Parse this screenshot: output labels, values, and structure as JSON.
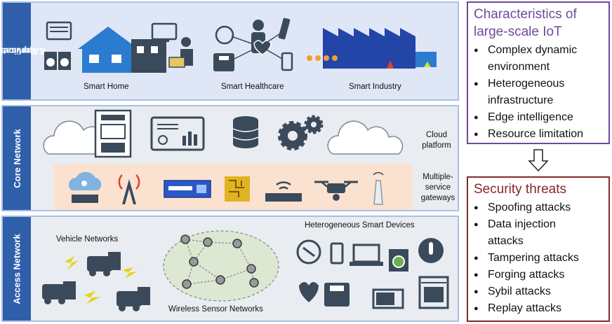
{
  "layers": {
    "applications": {
      "side_label_line1": "Applications",
      "side_label_line2": "& Services",
      "items": {
        "home": "Smart Home",
        "healthcare": "Smart Healthcare",
        "industry": "Smart Industry"
      }
    },
    "core": {
      "side_label": "Core Network",
      "cloud_line1": "Cloud",
      "cloud_line2": "platform",
      "gw_line1": "Multiple-",
      "gw_line2": "service",
      "gw_line3": "gateways"
    },
    "access": {
      "side_label": "Access Network",
      "vehicle": "Vehicle Networks",
      "wsn": "Wireless Sensor Networks",
      "devices": "Heterogeneous Smart Devices"
    }
  },
  "characteristics": {
    "title_line1": "Characteristics of",
    "title_line2": "large-scale IoT",
    "items": [
      "Complex dynamic",
      "environment",
      "Heterogeneous",
      "infrastructure",
      "Edge intelligence",
      "Resource limitation"
    ]
  },
  "threats": {
    "title": "Security threats",
    "items": [
      "Spoofing attacks",
      "Data injection",
      "attacks",
      "Tampering attacks",
      "Forging attacks",
      "Sybil attacks",
      "Replay attacks"
    ]
  },
  "colors": {
    "layer_fill": "#dfe6f5",
    "side_bar": "#2f5faa",
    "char_border": "#6e4a9a",
    "threat_border": "#8a2727",
    "icon": "#3a4a5a",
    "gateway_band": "#fbe2d0"
  }
}
